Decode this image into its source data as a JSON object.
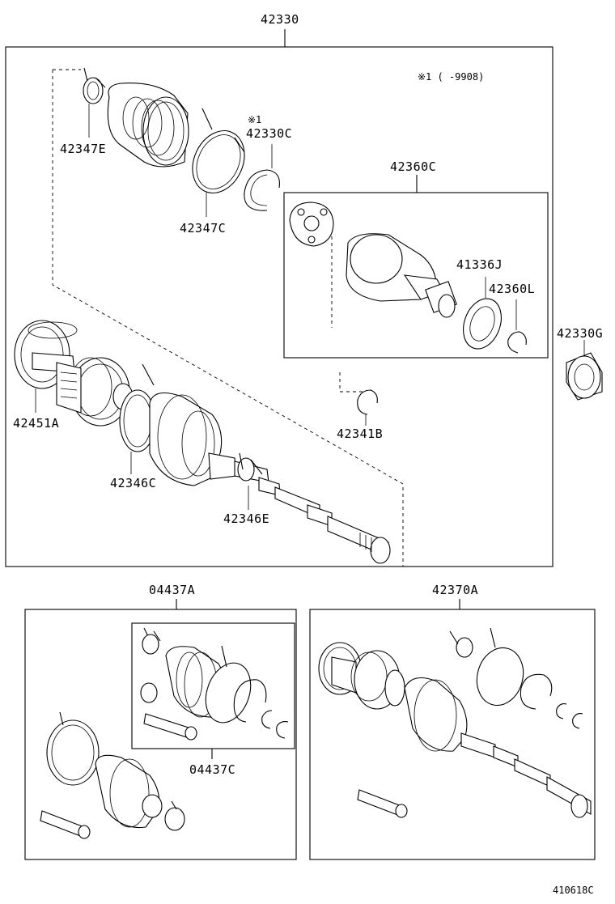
{
  "labels": {
    "assy": "42330",
    "note": "※1 (     -9908)",
    "clamp_e": "42347E",
    "ring_note": "※1",
    "ring_c": "42330C",
    "clamp_c": "42347C",
    "inboard_joint": "42360C",
    "bolt": "41336J",
    "snap_l": "42360L",
    "bearing_g": "42330G",
    "dust_seal": "42451A",
    "clamp_46c": "42346C",
    "clamp_46e": "42346E",
    "snap_b": "42341B",
    "kit_a": "04437A",
    "kit_c": "04437C",
    "outboard_assy": "42370A",
    "drawing_no": "410618C"
  }
}
